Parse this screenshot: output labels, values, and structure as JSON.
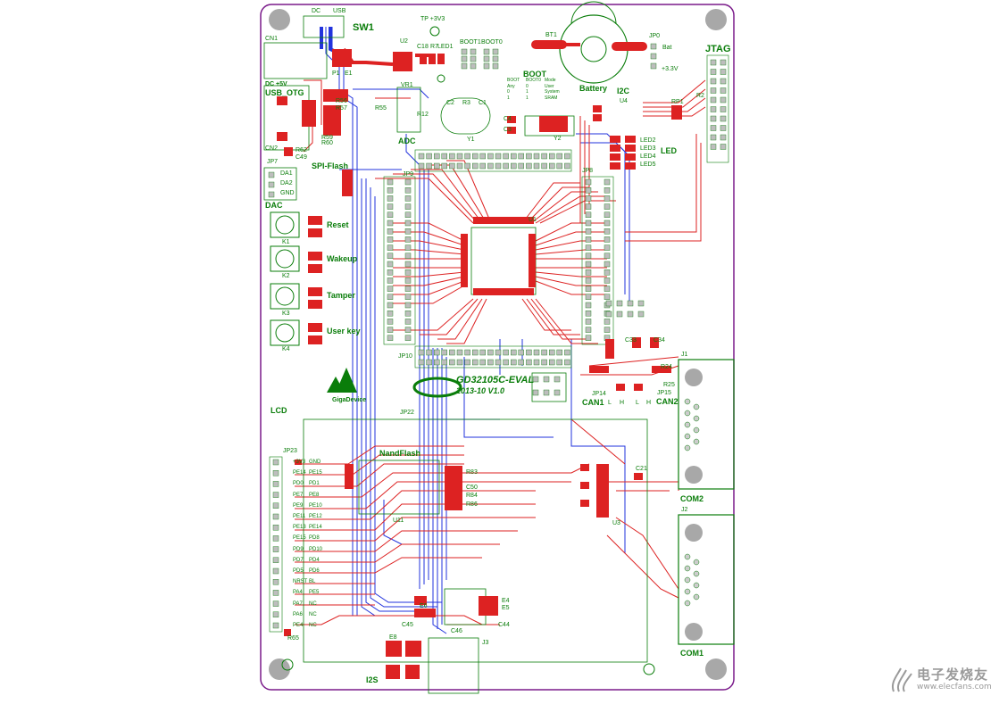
{
  "board": {
    "title": "GD32105C-EVAL",
    "version": "2013-10 V1.0",
    "logo_text": "GigaDevice"
  },
  "section_labels": {
    "sw1": "SW1",
    "jtag": "JTAG",
    "usb_otg": "USB_OTG",
    "dc_5v": "DC +5V",
    "boot": "BOOT",
    "battery": "Battery",
    "i2c": "I2C",
    "led": "LED",
    "adc": "ADC",
    "spi_flash": "SPI-Flash",
    "dac": "DAC",
    "reset": "Reset",
    "wakeup": "Wakeup",
    "tamper": "Tamper",
    "user_key": "User key",
    "lcd": "LCD",
    "nand_flash": "NandFlash",
    "can1": "CAN1",
    "can2": "CAN2",
    "com1": "COM1",
    "com2": "COM2",
    "i2s": "I2S"
  },
  "designators": {
    "dc": "DC",
    "usb": "USB",
    "cn1": "CN1",
    "cn2": "CN2",
    "p1": "P1",
    "e1": "E1",
    "u2": "U2",
    "c18": "C18",
    "r7": "R7",
    "led1": "LED1",
    "tp_3v3": "TP +3V3",
    "boot1": "BOOT1",
    "boot0": "BOOT0",
    "bt1": "BT1",
    "jp0": "JP0",
    "bat": "Bat",
    "p3v3": "+3.3V",
    "vr1": "VR1",
    "r12": "R12",
    "c2": "C2",
    "r3": "R3",
    "c1": "C1",
    "y1": "Y1",
    "c4": "C4",
    "c3": "C3",
    "y2": "Y2",
    "u4": "U4",
    "rp1": "RP1",
    "r2": "R2",
    "led2": "LED2",
    "led3": "LED3",
    "led4": "LED4",
    "led5": "LED5",
    "jp7": "JP7",
    "jp8": "JP8",
    "jp9": "JP9",
    "u1": "U1",
    "k1": "K1",
    "k2": "K2",
    "k3": "K3",
    "k4": "K4",
    "jp10": "JP10",
    "jp23": "JP23",
    "jp22": "JP22",
    "u11": "U11",
    "u3": "U3",
    "j1": "J1",
    "j2": "J2",
    "j3": "J3",
    "r24": "R24",
    "r25": "R25",
    "jp15": "JP15",
    "jp14": "JP14",
    "c33": "C33",
    "c34": "C34",
    "c21": "C21",
    "r83": "R83",
    "c50": "C50",
    "r84": "R84",
    "r86": "R86",
    "r65": "R65",
    "e6": "E6",
    "c45": "C45",
    "c46": "C46",
    "c44": "C44",
    "e4": "E4",
    "e5": "E5",
    "e8": "E8",
    "r62": "R62",
    "c49": "C49",
    "r55": "R55",
    "r56": "R56",
    "r57": "R57",
    "r59": "R59",
    "r60": "R60",
    "da1": "DA1",
    "da2": "DA2",
    "gnd": "GND"
  },
  "lcd_pins": [
    [
      "+3V3",
      "GND"
    ],
    [
      "PE14",
      "PE15"
    ],
    [
      "PD0",
      "PD1"
    ],
    [
      "PE7",
      "PE8"
    ],
    [
      "PE9",
      "PE10"
    ],
    [
      "PE11",
      "PE12"
    ],
    [
      "PE13",
      "PE14"
    ],
    [
      "PE15",
      "PD8"
    ],
    [
      "PD9",
      "PD10"
    ],
    [
      "PD7",
      "PD4"
    ],
    [
      "PD5",
      "PD6"
    ],
    [
      "NRST",
      "BL"
    ],
    [
      "PA4",
      "PE5"
    ],
    [
      "PA7",
      "NC"
    ],
    [
      "PA6",
      "NC"
    ],
    [
      "PE4",
      "NC"
    ]
  ],
  "boot_table": [
    [
      "BOOT",
      "BOOT0",
      "Mode"
    ],
    [
      "Any",
      "0",
      "User"
    ],
    [
      "0",
      "1",
      "System"
    ],
    [
      "1",
      "1",
      "SRAM"
    ]
  ],
  "can_labels": {
    "l": "L",
    "h": "H"
  },
  "watermark": {
    "cn": "电子发烧友",
    "url": "www.elecfans.com"
  },
  "colors": {
    "top_copper": "#dd2222",
    "bottom_copper": "#2233dd",
    "silk": "#0a7d0a",
    "outline": "#7a1a8a",
    "pad": "#bbbbbb",
    "mount_hole": "#a8a8a8"
  }
}
